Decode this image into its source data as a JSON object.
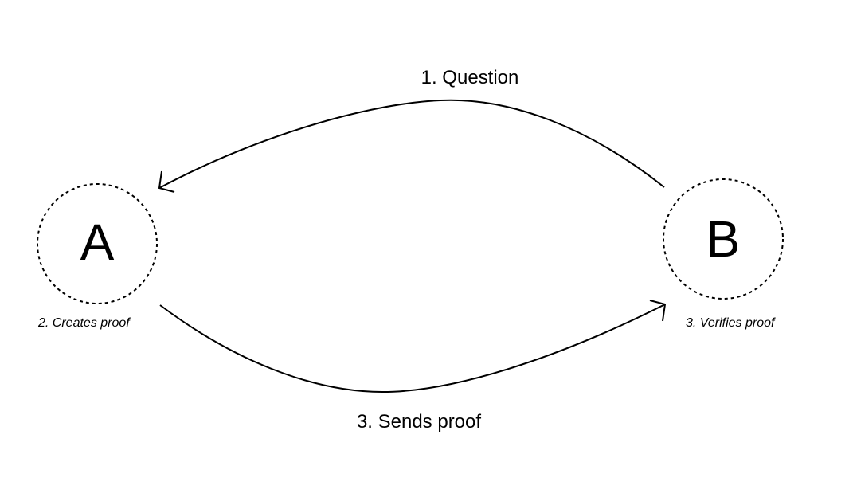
{
  "nodes": {
    "a": {
      "letter": "A",
      "caption": "2. Creates proof"
    },
    "b": {
      "letter": "B",
      "caption": "3. Verifies proof"
    }
  },
  "edges": {
    "question": {
      "label": "1. Question",
      "from": "B",
      "to": "A"
    },
    "sends_proof": {
      "label": "3. Sends proof",
      "from": "A",
      "to": "B"
    }
  },
  "colors": {
    "stroke": "#000000",
    "background": "#ffffff"
  }
}
